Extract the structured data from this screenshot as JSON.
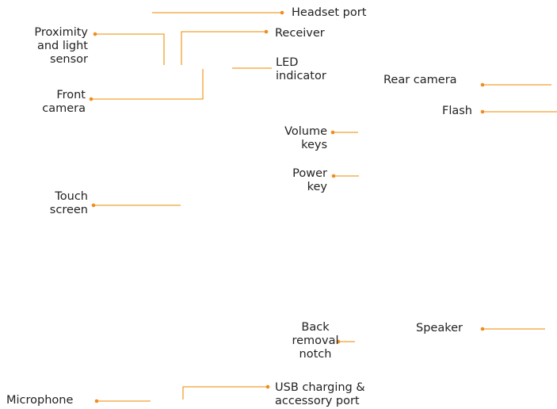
{
  "colors": {
    "leader": "#F0A030",
    "dot": "#F08C1E",
    "text": "#222222",
    "background": "#FFFFFF"
  },
  "labels": {
    "headset_port": "Headset port",
    "receiver": "Receiver",
    "proximity_sensor": [
      "Proximity",
      "and light",
      "sensor"
    ],
    "led_indicator": [
      "LED",
      "indicator"
    ],
    "front_camera": [
      "Front",
      "camera"
    ],
    "rear_camera": "Rear camera",
    "flash": "Flash",
    "volume_keys": [
      "Volume",
      "keys"
    ],
    "power_key": [
      "Power",
      "key"
    ],
    "touch_screen": [
      "Touch",
      "screen"
    ],
    "back_removal_notch": [
      "Back",
      "removal",
      "notch"
    ],
    "speaker": "Speaker",
    "usb_port": [
      "USB charging &",
      "accessory port"
    ],
    "microphone": "Microphone"
  }
}
